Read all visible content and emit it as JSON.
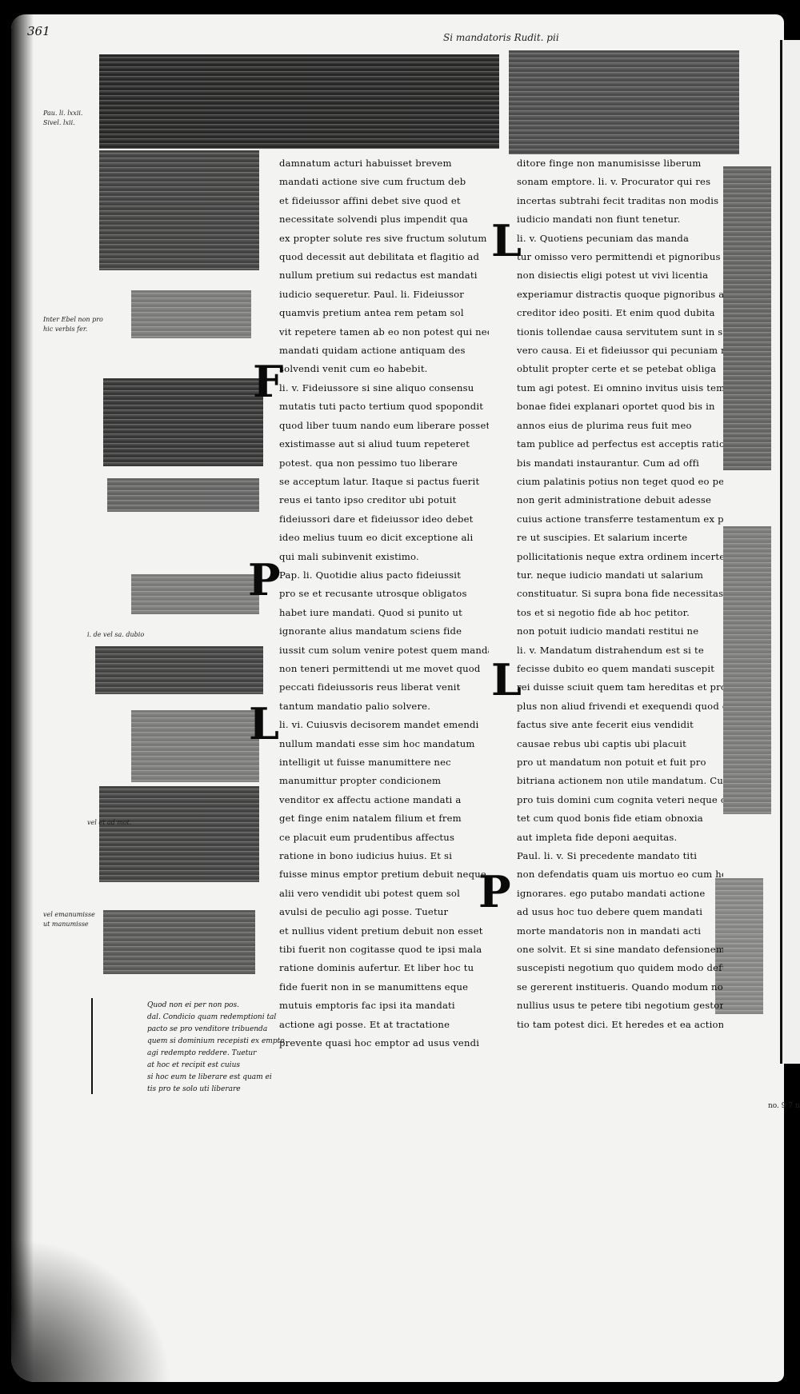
{
  "folio": "361",
  "running_head": "Si mandatoris Rudit. pii",
  "signature": "no. 9 7 n",
  "column_left": {
    "lines": [
      "damnatum acturi habuisset brevem",
      "mandati actione sive cum fructum deb",
      "et fideiussor affini debet sive quod et",
      "necessitate solvendi plus impendit qua",
      "ex propter solute res sive fructum solutum",
      "quod decessit aut debilitata et flagitio ad",
      "nullum pretium sui redactus est mandati",
      "iudicio sequeretur. Paul. li. Fideiussor",
      "quamvis pretium antea rem petam sol",
      "vit repetere tamen ab eo non potest qui nec",
      "mandati quidam actione antiquam des",
      "solvendi venit cum eo habebit.",
      "li. v. Fideiussore si sine aliquo consensu",
      "mutatis tuti pacto tertium quod spopondit",
      "quod liber tuum nando eum liberare posset",
      "existimasse aut si aliud tuum repeteret",
      "potest. qua non pessimo tuo liberare",
      "se acceptum latur. Itaque si pactus fuerit",
      "reus ei tanto ipso creditor ubi potuit",
      "fideiussori dare et fideiussor ideo debet",
      "ideo melius tuum eo dicit exceptione ali",
      "qui mali subinvenit existimo.",
      "Pap. li. Quotidie alius pacto fideiussit",
      "pro se et recusante utrosque obligatos",
      "habet iure mandati. Quod si punito ut",
      "ignorante alius mandatum sciens fide",
      "iussit cum solum venire potest quem mandati",
      "non teneri permittendi ut me movet quod",
      "peccati fideiussoris reus liberat venit",
      "tantum mandatio palio solvere.",
      "li. vi. Cuiusvis decisorem mandet emendi",
      "nullum mandati esse sim hoc mandatum",
      "intelligit ut fuisse manumittere nec",
      "manumittur propter condicionem",
      "venditor ex affectu actione mandati a",
      "get finge enim natalem filium et frem",
      "ce placuit eum prudentibus affectus",
      "ratione in bono iudicius huius. Et si",
      "fuisse minus emptor pretium debuit neque si",
      "alii vero vendidit ubi potest quem sol",
      "avulsi de peculio agi posse. Tuetur",
      "et nullius vident pretium debuit non esset",
      "tibi fuerit non cogitasse quod te ipsi mala",
      "ratione dominis aufertur. Et liber hoc tu",
      "fide fuerit non in se manumittens eque",
      "mutuis emptoris fac ipsi ita mandati",
      "actione agi posse. Et at tractatione",
      "prevente quasi hoc emptor ad usus vendi"
    ]
  },
  "column_right": {
    "lines": [
      "ditore finge non manumisisse liberum",
      "sonam emptore. li. v. Procurator qui res",
      "incertas subtrahi fecit traditas non modis",
      "iudicio mandati non fiunt tenetur.",
      "li. v. Quotiens pecuniam das manda",
      "tur omisso vero permittendi et pignoribus",
      "non disiectis eligi potest ut vivi licentia",
      "experiamur distractis quoque pignoribus ad a",
      "creditor ideo positi. Et enim quod dubita",
      "tionis tollendae causa servitutem sunt in servitium",
      "vero causa. Ei et fideiussor qui pecuniam nunc",
      "obtulit propter certe et se petebat obliga",
      "tum agi potest. Ei omnino invitus uisis tempus",
      "bonae fidei explanari oportet quod bis in",
      "annos eius de plurima reus fuit meo",
      "tam publice ad perfectus est acceptis ratione",
      "bis mandati instaurantur. Cum ad offi",
      "cium palatinis potius non teget quod eo peraneque",
      "non gerit administratione debuit adesse",
      "cuius actione transferre testamentum ex pro",
      "re ut suscipies. Et salarium incerte",
      "pollicitationis neque extra ordinem incerte peti",
      "tur. neque iudicio mandati ut salarium",
      "constituatur. Si supra bona fide necessitas fac",
      "tos et si negotio fide ab hoc petitor.",
      "non potuit iudicio mandati restitui ne",
      "li. v. Mandatum distrahendum est si te",
      "fecisse dubito eo quem mandati suscepit",
      "rei duisse sciuit quem tam hereditas et prorsus",
      "plus non aliud frivendi et exequendi quod de",
      "factus sive ante fecerit eius vendidit",
      "causae rebus ubi captis ubi placuit",
      "pro ut mandatum non potuit et fuit pro",
      "bitriana actionem non utile mandatum. Cum ei",
      "pro tuis domini cum cognita veteri neque opor",
      "tet cum quod bonis fide etiam obnoxia",
      "aut impleta fide deponi aequitas.",
      "Paul. li. v. Si precedente mandato titi",
      "non defendatis quam uis mortuo eo cum hoc",
      "ignorares. ego putabo mandati actione",
      "ad usus hoc tuo debere quem mandati",
      "morte mandatoris non in mandati acti",
      "one solvit. Et si sine mandato defensionem",
      "suscepisti negotium quo quidem modo defuis",
      "se gererent institueris. Quando modum nomen",
      "nullius usus te petere tibi negotium gestorum ac",
      "tio tam potest dici. Et heredes et ea actione te"
    ]
  },
  "initials": [
    "F",
    "P",
    "L",
    "L",
    "L",
    "P"
  ],
  "bottom_gloss": [
    "Quod non ei per non pos.",
    "dal. Condicio quam redemptioni tal",
    "pacto se pro venditore tribuenda",
    "quem si dominium recepisti ex empto",
    "agi redempto reddere. Tuetur",
    "at hoc et recipit est cuius",
    "si hoc eum te liberare est quam ei",
    "tis pro te solo uti liberare"
  ],
  "margin_left_notes": [
    "Pau. li. lxxii.",
    "Sivel. lxii.",
    "Inter Ebel non pro",
    "hic verbis fer.",
    "i. de vel sa. dubio",
    "vel et ad mot.",
    "vel emanumisse",
    "ut manumisse"
  ]
}
